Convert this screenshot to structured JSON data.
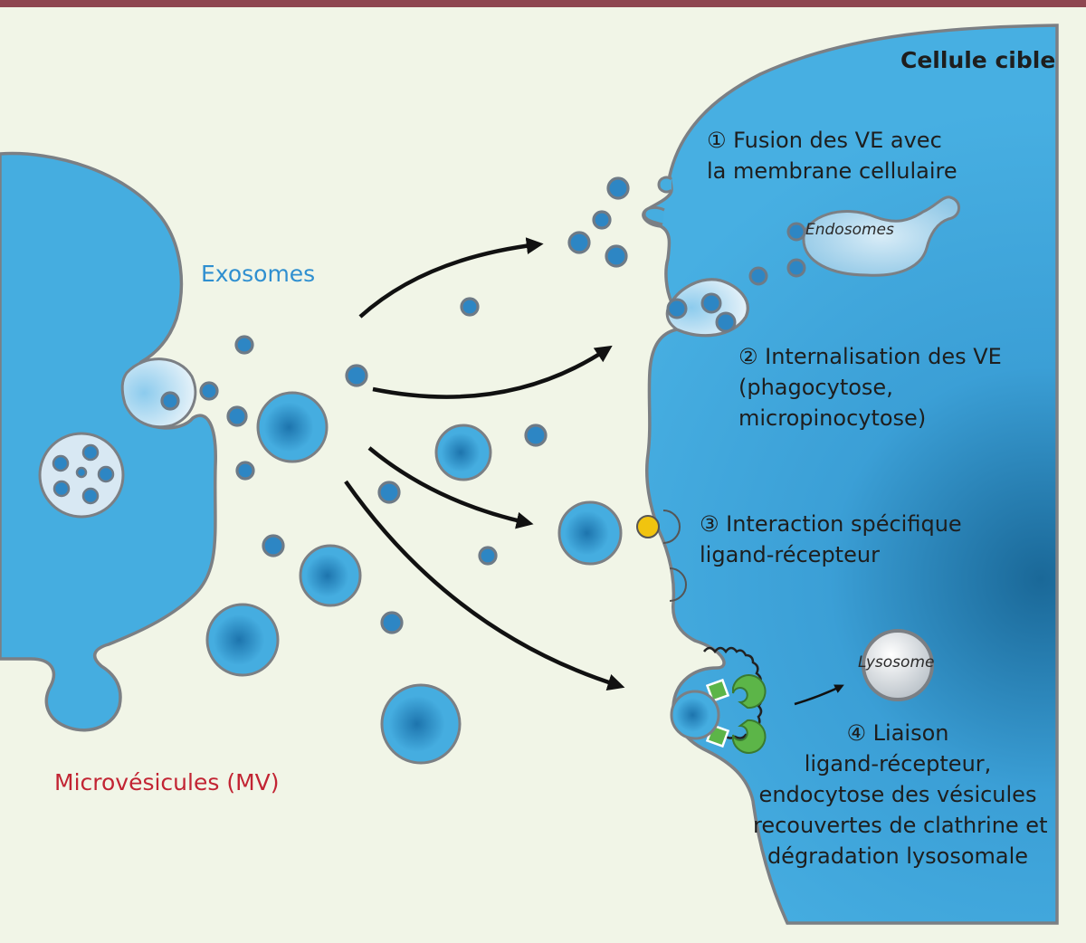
{
  "labels": {
    "target_cell": "Cellule cible",
    "exosomes": "Exosomes",
    "microvesicles": "Microvésicules (MV)",
    "endosomes": "Endosomes",
    "lysosome": "Lysosome"
  },
  "steps": {
    "s1": [
      "① Fusion des VE avec",
      "la membrane cellulaire"
    ],
    "s2": [
      "② Internalisation des VE",
      "(phagocytose,",
      "micropinocytose)"
    ],
    "s3": [
      "③ Interaction spécifique",
      "ligand-récepteur"
    ],
    "s4": [
      "④ Liaison",
      "ligand-récepteur,",
      "endocytose des vésicules",
      "recouvertes de clathrine et",
      "dégradation lysosomale"
    ]
  },
  "colors": {
    "header_bar": "#8e4650",
    "background": "#f1f5e7",
    "cell_blue": "#45ade0",
    "membrane": "#7b7f84",
    "ligand_yellow": "#f1c40f",
    "receptor_green": "#5cb548",
    "microvesicle_red": "#c22433",
    "exosome_blue": "#2f8fd0"
  }
}
